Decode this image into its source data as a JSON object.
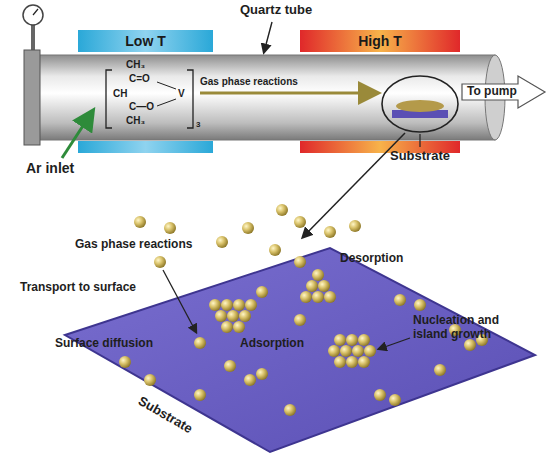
{
  "diagram": {
    "nodes": [
      {
        "text": [
          "Low T"
        ]
      },
      {
        "text": [
          "High T"
        ]
      }
    ],
    "labels": [
      "Quartz tube",
      "CH₃",
      "C=O",
      "CH",
      "V",
      "C—O",
      "CH₃",
      "3",
      "Gas phase reactions",
      "To pump",
      "Ar inlet",
      "Substrate",
      "Gas phase reactions",
      "Desorption",
      "Transport to surface",
      "Surface diffusion",
      "Adsorption",
      "Nucleation and island growth",
      "Substrate"
    ]
  }
}
